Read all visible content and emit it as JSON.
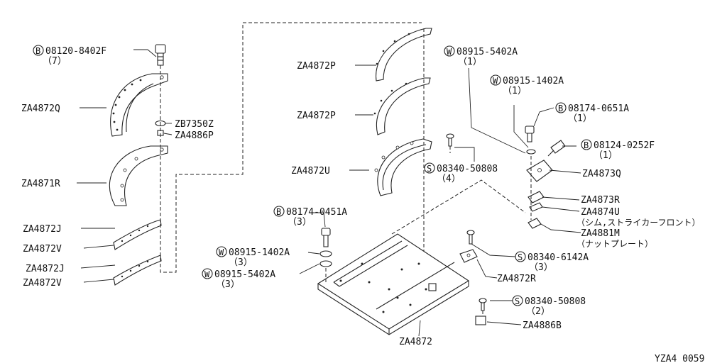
{
  "diagram": {
    "ref": "YZA4 0059",
    "labels": {
      "b_08120": {
        "sym": "B",
        "code": "08120-8402F",
        "qty": "（7）"
      },
      "za4872q": "ZA4872Q",
      "zb7350z": "ZB7350Z",
      "za4886p": "ZA4886P",
      "za4871r": "ZA4871R",
      "za4872j_1": "ZA4872J",
      "za4872v_1": "ZA4872V",
      "za4872j_2": "ZA4872J",
      "za4872v_2": "ZA4872V",
      "za4872p_1": "ZA4872P",
      "za4872p_2": "ZA4872P",
      "za4872u": "ZA4872U",
      "s_08340_50808_a": {
        "sym": "S",
        "code": "08340-50808",
        "qty": "（4）"
      },
      "w_08915_5402a_top": {
        "sym": "W",
        "code": "08915-5402A",
        "qty": "（1）"
      },
      "w_08915_1402a_top": {
        "sym": "W",
        "code": "08915-1402A",
        "qty": "（1）"
      },
      "b_08174_0651a": {
        "sym": "B",
        "code": "08174-0651A",
        "qty": "（1）"
      },
      "b_08124_0252f": {
        "sym": "B",
        "code": "08124-0252F",
        "qty": "（1）"
      },
      "za4873q": "ZA4873Q",
      "za4873r": "ZA4873R",
      "za4874u": "ZA4874U",
      "za4874u_note": "（シム,ストライカーフロント）",
      "za4881m": "ZA4881M",
      "za4881m_note": "（ナットプレート）",
      "b_08174_0451a": {
        "sym": "B",
        "code": "08174-0451A",
        "qty": "（3）"
      },
      "w_08915_1402a_mid": {
        "sym": "W",
        "code": "08915-1402A",
        "qty": "（3）"
      },
      "w_08915_5402a_mid": {
        "sym": "W",
        "code": "08915-5402A",
        "qty": "（3）"
      },
      "s_08340_6142a": {
        "sym": "S",
        "code": "08340-6142A",
        "qty": "（3）"
      },
      "za4872r": "ZA4872R",
      "s_08340_50808_b": {
        "sym": "S",
        "code": "08340-50808",
        "qty": "（2）"
      },
      "za4886b": "ZA4886B",
      "za4872": "ZA4872"
    }
  }
}
